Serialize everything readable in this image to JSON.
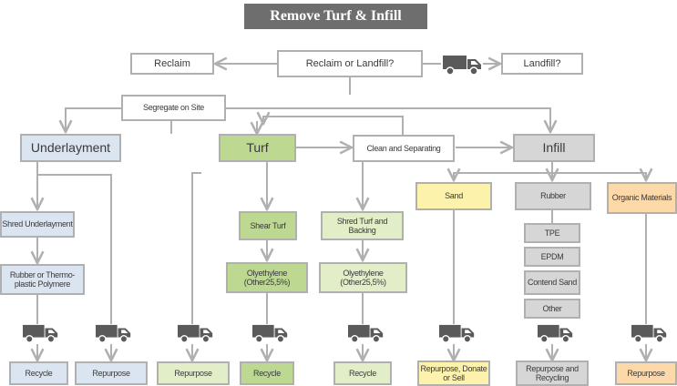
{
  "title": "Remove Turf & Infill",
  "top": {
    "reclaim": "Reclaim",
    "reclaim_or_landfill": "Reclaim or Landfill?",
    "landfill": "Landfill?"
  },
  "segregate": "Segregate on Site",
  "underlayment": {
    "label": "Underlayment",
    "shred": "Shred Underlayment",
    "polymer": "Rubber or Thermo-plastic Polymere",
    "recycle": "Recycle",
    "repurpose": "Repurpose"
  },
  "turf": {
    "label": "Turf",
    "clean": "Clean and Separating",
    "shear": "Shear Turf",
    "shred_backing": "Shred Turf and Backing",
    "oly1": "Olyethylene (Other25,5%)",
    "oly2": "Olyethylene (Other25,5%)",
    "repurpose": "Repurpose",
    "recycle1": "Recycle",
    "recycle2": "Recycle"
  },
  "infill": {
    "label": "Infill",
    "sand": "Sand",
    "rubber": "Rubber",
    "organic": "Organic Materials",
    "rubber_types": [
      "TPE",
      "EPDM",
      "Contend Sand",
      "Other"
    ],
    "sand_out": "Repurpose, Donate or Sell",
    "rubber_out": "Repurpose and Recycling",
    "organic_out": "Repurpose"
  },
  "icons": [
    "truck-icon"
  ],
  "colors": {
    "title_bg": "#6e6e6e",
    "underlayment": "#dbe4f1",
    "turf": "#bcd891",
    "turf_light": "#e2eec8",
    "infill": "#d6d6d6",
    "sand": "#fcf2ab",
    "organic": "#fdd9aa",
    "truck": "#5a5a5a"
  }
}
